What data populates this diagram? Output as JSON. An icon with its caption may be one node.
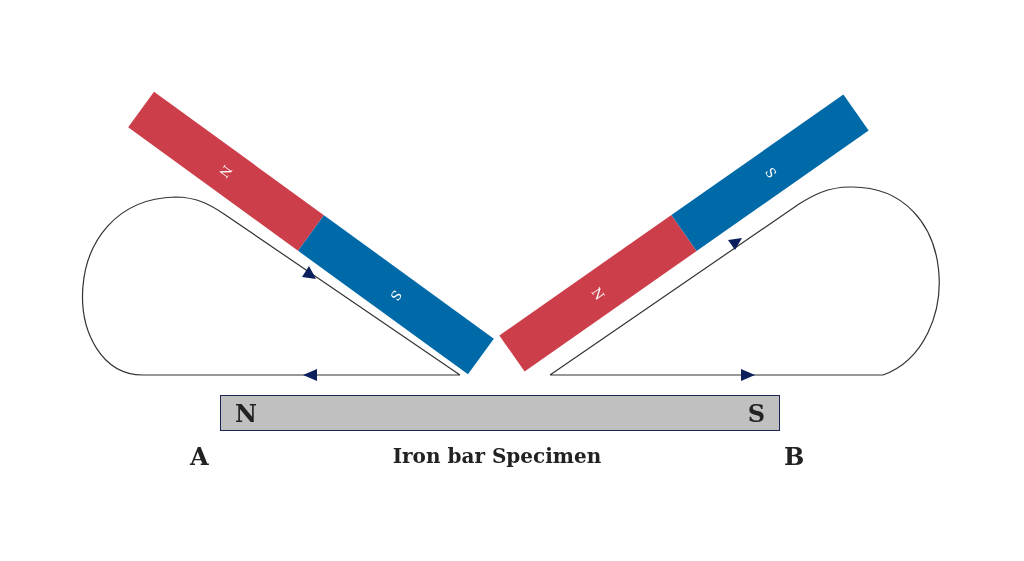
{
  "diagram": {
    "nodes": [
      {
        "text": [
          "N",
          "S"
        ]
      },
      {
        "text": [
          "N",
          "S"
        ]
      },
      {
        "text": [
          "N",
          "S"
        ],
        "beside": [
          "Iron bar Specimen"
        ]
      }
    ],
    "labels": [
      "A",
      "B"
    ]
  }
}
